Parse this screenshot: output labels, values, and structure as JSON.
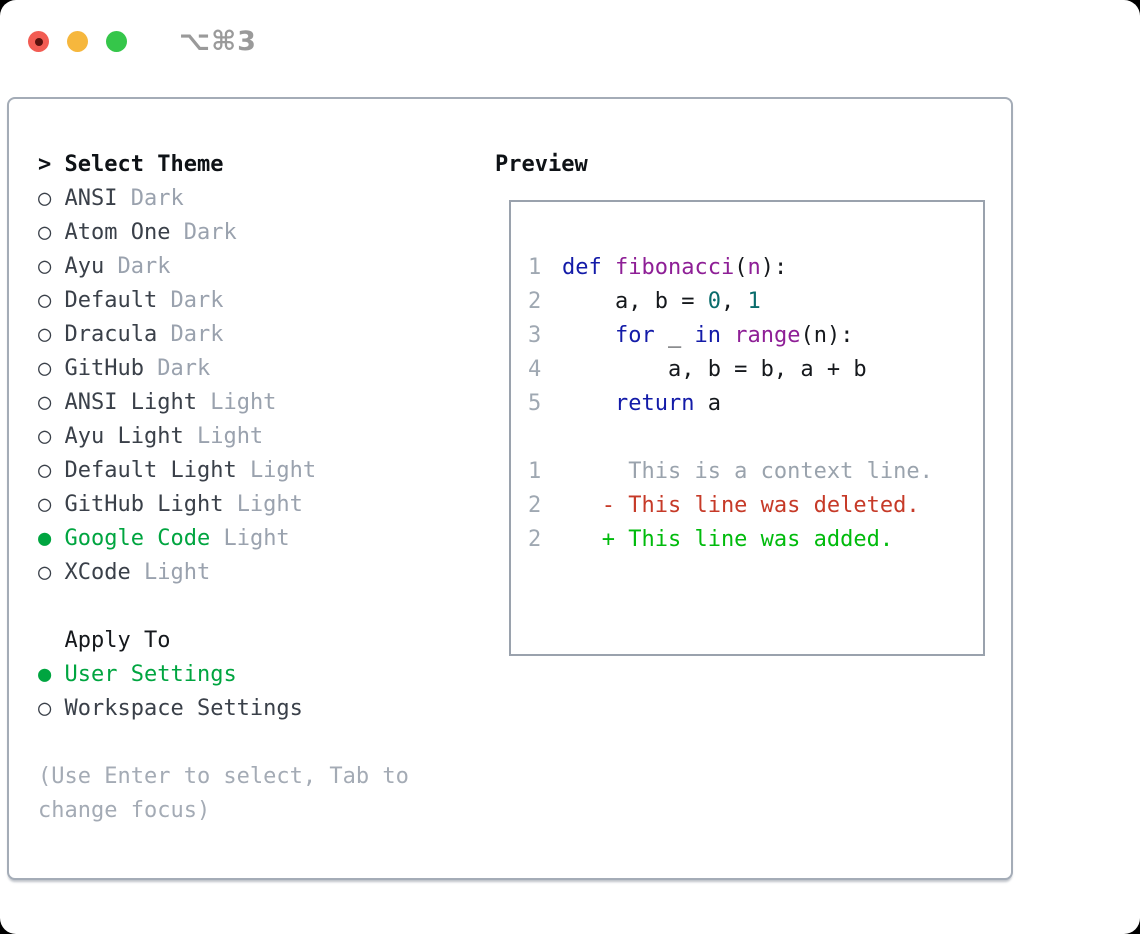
{
  "window": {
    "title": "⌥⌘3",
    "traffic_lights": [
      {
        "name": "close",
        "color": "#f25c53"
      },
      {
        "name": "minimize",
        "color": "#f6b73d"
      },
      {
        "name": "zoom",
        "color": "#35c64a"
      }
    ]
  },
  "theme_selector": {
    "header_prefix": ">",
    "header": "Select Theme",
    "unselected_marker": "○",
    "selected_marker": "●",
    "items": [
      {
        "name": "ANSI",
        "tag": "Dark",
        "selected": false
      },
      {
        "name": "Atom One",
        "tag": "Dark",
        "selected": false
      },
      {
        "name": "Ayu",
        "tag": "Dark",
        "selected": false
      },
      {
        "name": "Default",
        "tag": "Dark",
        "selected": false
      },
      {
        "name": "Dracula",
        "tag": "Dark",
        "selected": false
      },
      {
        "name": "GitHub",
        "tag": "Dark",
        "selected": false
      },
      {
        "name": "ANSI Light",
        "tag": "Light",
        "selected": false
      },
      {
        "name": "Ayu Light",
        "tag": "Light",
        "selected": false
      },
      {
        "name": "Default Light",
        "tag": "Light",
        "selected": false
      },
      {
        "name": "GitHub Light",
        "tag": "Light",
        "selected": false
      },
      {
        "name": "Google Code",
        "tag": "Light",
        "selected": true
      },
      {
        "name": "XCode",
        "tag": "Light",
        "selected": false
      }
    ]
  },
  "apply_to": {
    "header": "Apply To",
    "options": [
      {
        "name": "User Settings",
        "selected": true
      },
      {
        "name": "Workspace Settings",
        "selected": false
      }
    ]
  },
  "help_lines": [
    "(Use Enter to select, Tab to",
    "change focus)"
  ],
  "preview": {
    "title": "Preview",
    "code_lines": [
      {
        "num": "1",
        "tokens": [
          {
            "t": "def",
            "c": "kw"
          },
          {
            "t": " ",
            "c": "pl"
          },
          {
            "t": "fibonacci",
            "c": "fn"
          },
          {
            "t": "(",
            "c": "pl"
          },
          {
            "t": "n",
            "c": "fn"
          },
          {
            "t": "):",
            "c": "pl"
          }
        ]
      },
      {
        "num": "2",
        "tokens": [
          {
            "t": "    a, b = ",
            "c": "pl"
          },
          {
            "t": "0",
            "c": "num"
          },
          {
            "t": ", ",
            "c": "pl"
          },
          {
            "t": "1",
            "c": "num"
          }
        ]
      },
      {
        "num": "3",
        "tokens": [
          {
            "t": "    ",
            "c": "pl"
          },
          {
            "t": "for",
            "c": "kw"
          },
          {
            "t": " _ ",
            "c": "pl"
          },
          {
            "t": "in",
            "c": "kw"
          },
          {
            "t": " ",
            "c": "pl"
          },
          {
            "t": "range",
            "c": "fn"
          },
          {
            "t": "(n):",
            "c": "pl"
          }
        ]
      },
      {
        "num": "4",
        "tokens": [
          {
            "t": "        a, b = b, a + b",
            "c": "pl"
          }
        ]
      },
      {
        "num": "5",
        "tokens": [
          {
            "t": "    ",
            "c": "pl"
          },
          {
            "t": "return",
            "c": "kw"
          },
          {
            "t": " a",
            "c": "pl"
          }
        ]
      }
    ],
    "diff_lines": [
      {
        "num": "1",
        "content": "     This is a context line.",
        "kind": "context"
      },
      {
        "num": "2",
        "content": "   - This line was deleted.",
        "kind": "deleted"
      },
      {
        "num": "2",
        "content": "   + This line was added.",
        "kind": "added"
      }
    ]
  },
  "colors": {
    "selection_green": "#00a540",
    "diff_added": "#00bb0c",
    "diff_deleted": "#c63a28",
    "keyword_blue": "#131ba8",
    "title_purple": "#8e1f96",
    "number_teal": "#0a6c6c",
    "muted_gray": "#9aa2ae",
    "text_dark": "#3a4049",
    "panel_border": "#a4acb7"
  }
}
